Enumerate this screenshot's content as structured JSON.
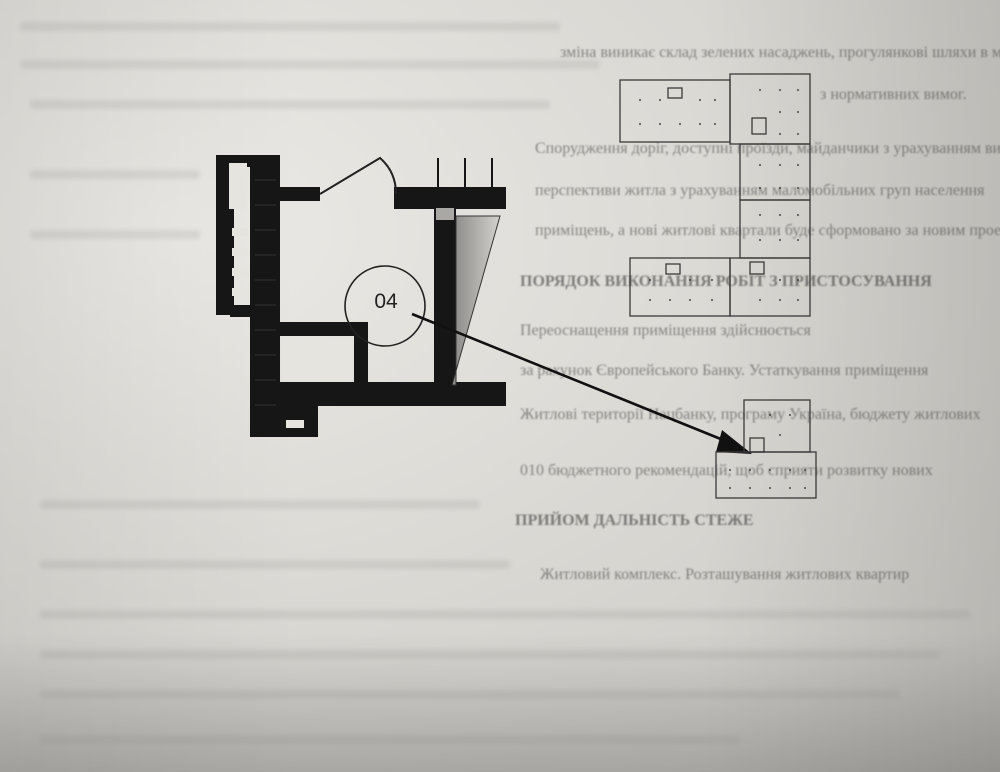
{
  "document": {
    "text_lines": [
      "зміна виникає склад зелених насаджень, прогулянкові шляхи в межах",
      "з нормативних вимог.",
      "Спорудження доріг, доступні проїзди, майданчики з урахуванням вимог",
      "перспективи житла з урахуванням маломобільних груп населення",
      "приміщень, а нові житлові квартали буде сформовано за новим проектом",
      "ПОРЯДОК ВИКОНАННЯ РОБІТ З ПРИСТОСУВАННЯ",
      "Переоснащення приміщення здійснюється",
      "за рахунок Європейського Банку. Устаткування приміщення",
      "Житлові території Нацбанку, програму Україна, бюджету житлових",
      "010 бюджетного рекомендацій, щоб сприяти розвитку нових",
      "ПРИЙОМ ДАЛЬНІСТЬ СТЕЖЕ",
      "Житловий комплекс. Розташування житлових квартир"
    ],
    "callout_label": "04"
  }
}
